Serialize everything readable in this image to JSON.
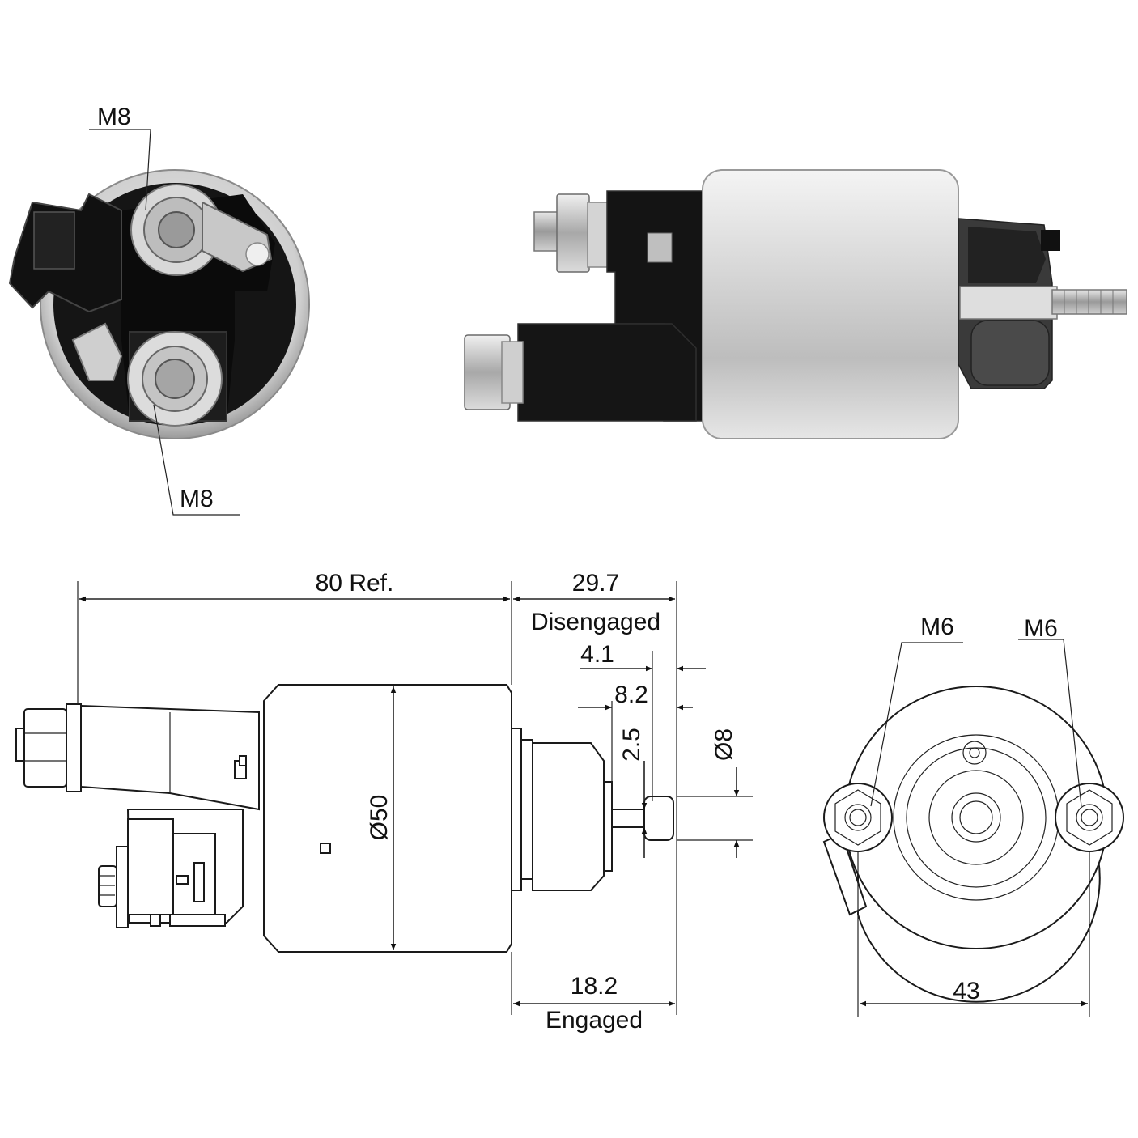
{
  "photo_front": {
    "top_label": "M8",
    "bottom_label": "M8"
  },
  "side_view": {
    "overall_length": "80 Ref.",
    "stroke_disengaged_value": "29.7",
    "stroke_disengaged_label": "Disengaged",
    "dim_a": "4.1",
    "dim_b": "8.2",
    "dim_c": "2.5",
    "diameter_plunger": "Ø8",
    "diameter_body": "Ø50",
    "stroke_engaged_value": "18.2",
    "stroke_engaged_label": "Engaged"
  },
  "end_view": {
    "left_thread": "M6",
    "right_thread": "M6",
    "width": "43"
  },
  "colors": {
    "line": "#222222",
    "background": "#ffffff",
    "metal": "#c8c8c8",
    "plastic": "#111111"
  }
}
